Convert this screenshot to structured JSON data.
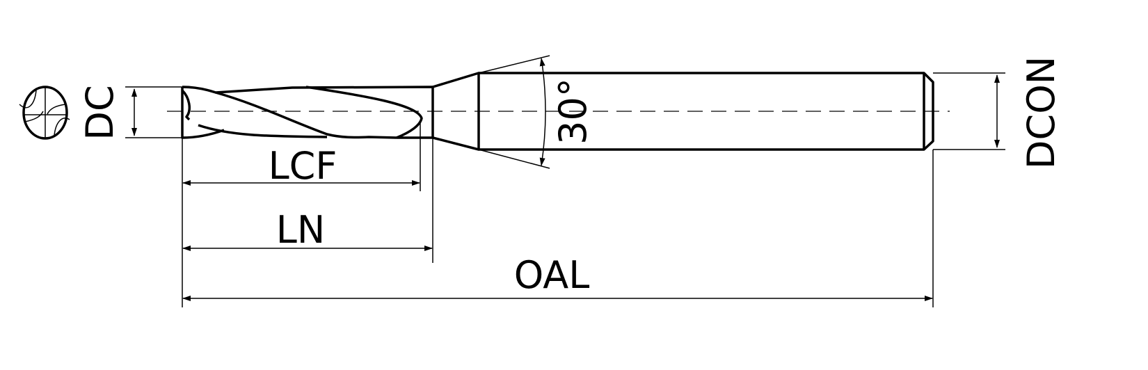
{
  "diagram": {
    "title": "End mill dimensions",
    "labels": {
      "dc": "DC",
      "dcon": "DCON",
      "lcf": "LCF",
      "ln": "LN",
      "oal": "OAL",
      "angle": "30°"
    },
    "icons": {
      "end_view": "end-view-symbol-icon"
    },
    "line_color": "#000000",
    "background": "#ffffff"
  }
}
